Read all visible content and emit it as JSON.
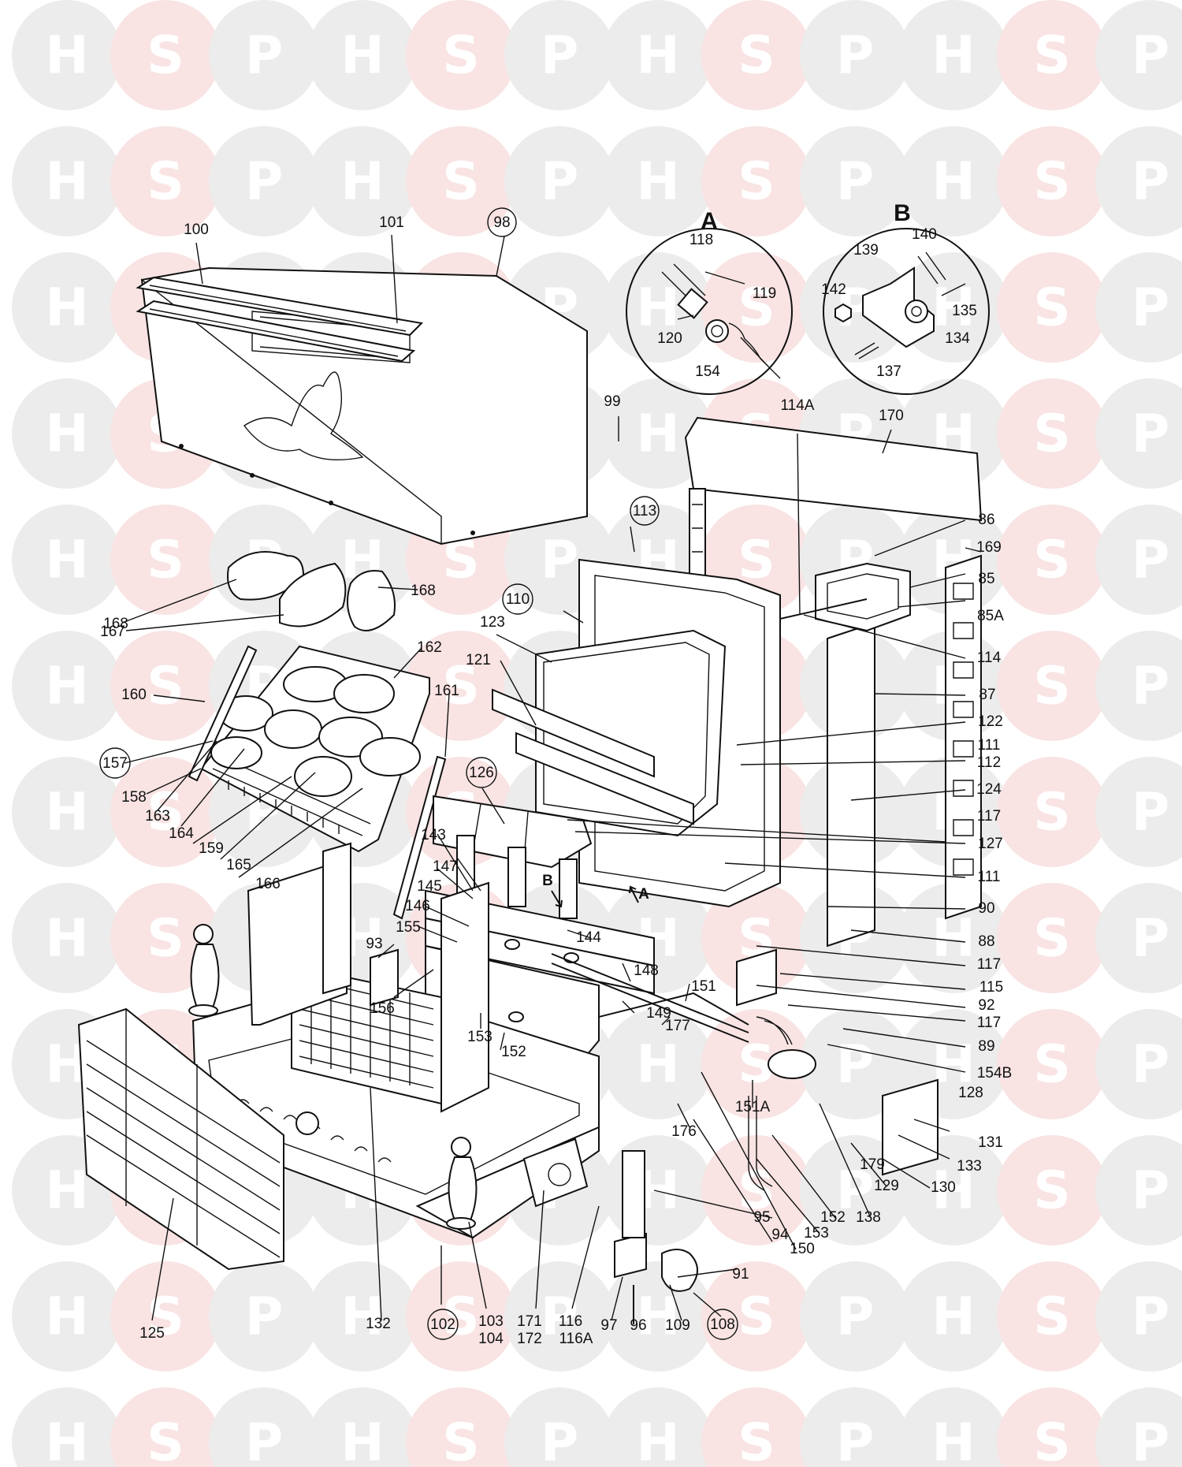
{
  "watermark": {
    "letters": [
      "H",
      "S",
      "P"
    ],
    "circle_colors": [
      "#ececec",
      "#f9e3e3",
      "#ececec"
    ],
    "letter_colors": [
      "#ffffff",
      "#ffffff",
      "#ffffff"
    ]
  },
  "insets": {
    "a": {
      "title": "A",
      "parts": [
        "118",
        "119",
        "120",
        "154"
      ]
    },
    "b": {
      "title": "B",
      "parts": [
        "140",
        "139",
        "142",
        "135",
        "134",
        "137"
      ]
    }
  },
  "markers": {
    "a": "A",
    "b": "B"
  },
  "labels": {
    "l100": "100",
    "l101": "101",
    "l98": "98",
    "l99": "99",
    "l114a": "114A",
    "l170": "170",
    "l113": "113",
    "l86": "86",
    "l169": "169",
    "l85": "85",
    "l85a": "85A",
    "l114": "114",
    "l87": "87",
    "l122": "122",
    "l111a": "111",
    "l112": "112",
    "l124": "124",
    "l117a": "117",
    "l127": "127",
    "l111b": "111",
    "l90": "90",
    "l88": "88",
    "l117b": "117",
    "l115": "115",
    "l92": "92",
    "l117c": "117",
    "l89": "89",
    "l154b": "154B",
    "l128": "128",
    "l131": "131",
    "l133": "133",
    "l130": "130",
    "l129": "129",
    "l179": "179",
    "l138": "138",
    "l152a": "152",
    "l153a": "153",
    "l150": "150",
    "l94": "94",
    "l95": "95",
    "l91": "91",
    "l108": "108",
    "l109": "109",
    "l96": "96",
    "l97": "97",
    "l116": "116",
    "l116a": "116A",
    "l171": "171",
    "l172": "172",
    "l103": "103",
    "l104": "104",
    "l102": "102",
    "l132": "132",
    "l125": "125",
    "l168a": "168",
    "l168b": "168",
    "l167": "167",
    "l110": "110",
    "l123": "123",
    "l121": "121",
    "l162": "162",
    "l160": "160",
    "l161": "161",
    "l157": "157",
    "l158": "158",
    "l163": "163",
    "l164": "164",
    "l159": "159",
    "l165": "165",
    "l166": "166",
    "l126": "126",
    "l143": "143",
    "l147": "147",
    "l145": "145",
    "l146": "146",
    "l155": "155",
    "l93": "93",
    "l156": "156",
    "l144": "144",
    "l148": "148",
    "l151": "151",
    "l149": "149",
    "l177": "177",
    "l153b": "153",
    "l152b": "152",
    "l151a": "151A",
    "l176": "176"
  }
}
